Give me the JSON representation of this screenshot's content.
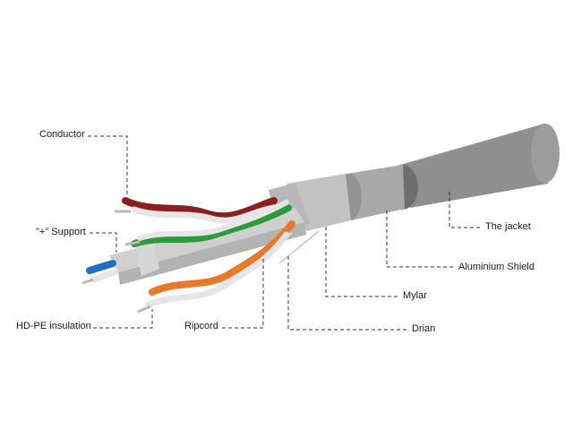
{
  "labels": {
    "conductor": "Conductor",
    "support": "\"+\" Support",
    "hdpe": "HD-PE insulation",
    "ripcord": "Ripcord",
    "drian": "Drian",
    "mylar": "Mylar",
    "shield": "Aluminium Shield",
    "jacket": "The jacket"
  },
  "colors": {
    "jacket": "#8f8f8f",
    "shield": "#a9a9a9",
    "mylar": "#c2c2c2",
    "pair_brown": "#8b1e1e",
    "pair_green": "#2e9a3c",
    "pair_blue": "#1f6fc4",
    "pair_orange": "#e8782a",
    "white_wire": "#e6e6e6"
  }
}
